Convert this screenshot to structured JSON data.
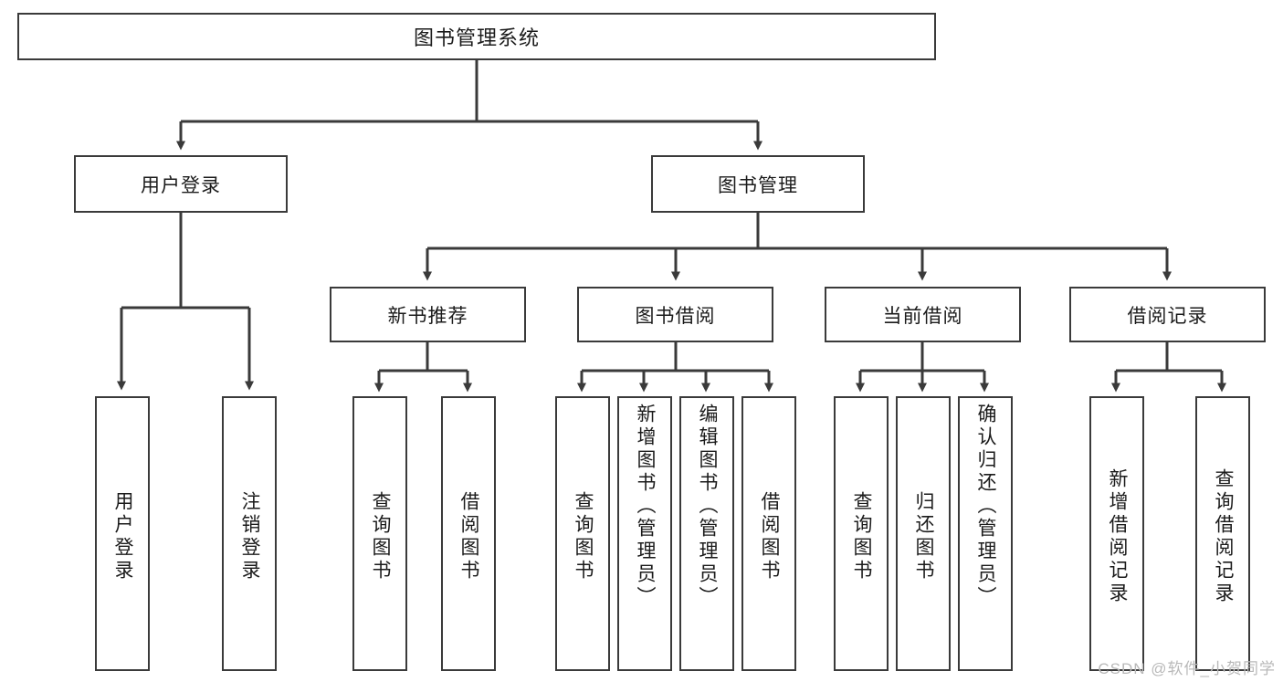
{
  "diagram": {
    "title": "图书管理系统",
    "root": {
      "label": "图书管理系统"
    },
    "level2": [
      {
        "label": "用户登录"
      },
      {
        "label": "图书管理"
      }
    ],
    "level3": [
      {
        "label": "新书推荐"
      },
      {
        "label": "图书借阅"
      },
      {
        "label": "当前借阅"
      },
      {
        "label": "借阅记录"
      }
    ],
    "leaves": {
      "user_login": [
        {
          "label": "用户登录"
        },
        {
          "label": "注销登录"
        }
      ],
      "new_book": [
        {
          "label": "查询图书"
        },
        {
          "label": "借阅图书"
        }
      ],
      "book_borrow": [
        {
          "label": "查询图书"
        },
        {
          "label": "新增图书（管理员）"
        },
        {
          "label": "编辑图书（管理员）"
        },
        {
          "label": "借阅图书"
        }
      ],
      "current_borrow": [
        {
          "label": "查询图书"
        },
        {
          "label": "归还图书"
        },
        {
          "label": "确认归还（管理员）"
        }
      ],
      "borrow_record": [
        {
          "label": "新增借阅记录"
        },
        {
          "label": "查询借阅记录"
        }
      ]
    }
  },
  "watermark": {
    "text": "CSDN @软件_小贺同学"
  },
  "colors": {
    "box_border": "#3a3a3a",
    "box_fill": "#ffffff",
    "line": "#3a3a3a",
    "text": "#1b1b1b",
    "watermark": "#b9b9b9"
  }
}
